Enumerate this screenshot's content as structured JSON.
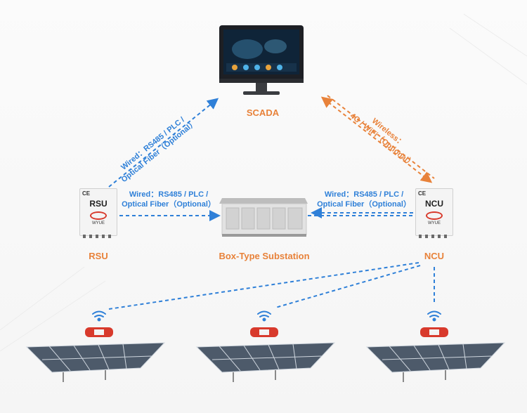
{
  "nodes": {
    "scada": "SCADA",
    "substation": "Box-Type Substation",
    "rsu": "RSU",
    "ncu": "NCU"
  },
  "devices": {
    "rsu_box_label": "RSU",
    "ncu_box_label": "NCU",
    "ce_mark": "CE",
    "logo_text": "WYUE"
  },
  "edges": {
    "scada_rsu_line1": "Wired：RS485 / PLC /",
    "scada_rsu_line2": "Optical Fiber（Optional）",
    "rsu_sub_line1": "Wired：RS485 / PLC /",
    "rsu_sub_line2": "Optical Fiber（Optional）",
    "ncu_sub_line1": "Wired：RS485 / PLC /",
    "ncu_sub_line2": "Optical Fiber（Optional）",
    "scada_ncu_line1": "Wireless：",
    "scada_ncu_line2": "4G / WiFi（Optional）"
  },
  "colors": {
    "wired": "#2f80d8",
    "wireless": "#e8823a",
    "label_orange": "#e8823a"
  }
}
